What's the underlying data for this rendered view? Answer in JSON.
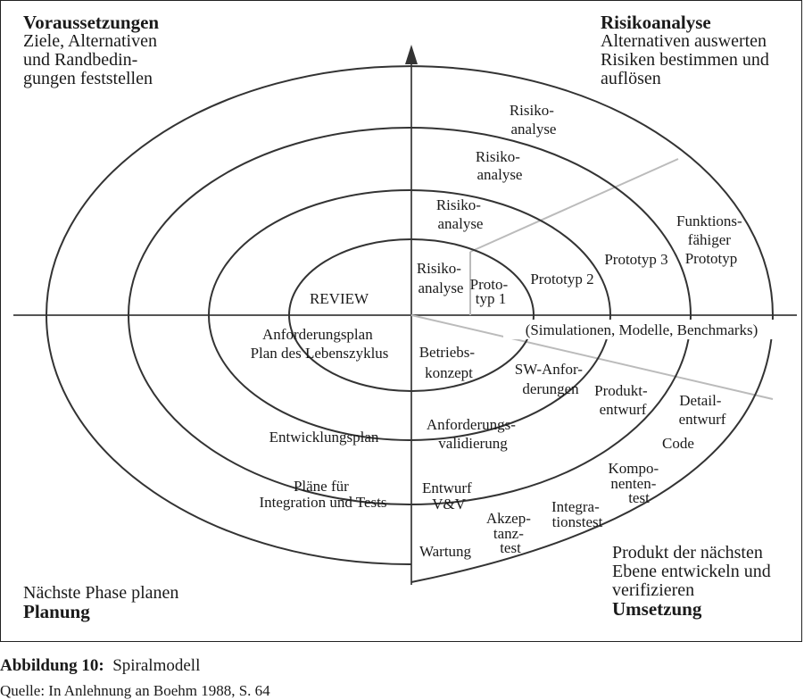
{
  "quadrants": {
    "top_left": {
      "title": "Voraussetzungen",
      "lines": [
        "Ziele, Alternativen",
        "und Randbedin-",
        "gungen feststellen"
      ]
    },
    "top_right": {
      "title": "Risikoanalyse",
      "lines": [
        "Alternativen auswerten",
        "Risiken bestimmen und",
        "auflösen"
      ]
    },
    "bottom_left": {
      "line": "Nächste Phase planen",
      "title": "Planung"
    },
    "bottom_right": {
      "lines": [
        "Produkt der nächsten",
        "Ebene entwickeln und",
        "verifizieren"
      ],
      "title": "Umsetzung"
    }
  },
  "spiral_labels": {
    "review": "REVIEW",
    "risk1": [
      "Risiko-",
      "analyse"
    ],
    "risk2": [
      "Risiko-",
      "analyse"
    ],
    "risk3": [
      "Risiko-",
      "analyse"
    ],
    "risk4": [
      "Risiko-",
      "analyse"
    ],
    "proto1": [
      "Proto-",
      "typ 1"
    ],
    "proto2": "Prototyp 2",
    "proto3": "Prototyp 3",
    "proto_final": [
      "Funktions-",
      "fähiger",
      "Prototyp"
    ],
    "simulation": "(Simulationen, Modelle, Benchmarks)",
    "req_plan": [
      "Anforderungsplan",
      "Plan des Lebenszyklus"
    ],
    "ops_concept": [
      "Betriebs-",
      "konzept"
    ],
    "sw_req": [
      "SW-Anfor-",
      "derungen"
    ],
    "product_design": [
      "Produkt-",
      "entwurf"
    ],
    "detail_design": [
      "Detail-",
      "entwurf"
    ],
    "code": "Code",
    "dev_plan": "Entwicklungsplan",
    "req_validation": [
      "Anforderungs-",
      "validierung"
    ],
    "component_test": [
      "Kompo-",
      "nenten-",
      "test"
    ],
    "integration_plans": [
      "Pläne für",
      "Integration und Tests"
    ],
    "design_vv": [
      "Entwurf",
      "V&V"
    ],
    "integration_test": [
      "Integra-",
      "tionstest"
    ],
    "acceptance_test": [
      "Akzep-",
      "tanz-",
      "test"
    ],
    "maintenance": "Wartung"
  },
  "caption": {
    "label": "Abbildung 10:",
    "title": "Spiralmodell"
  },
  "source": "Quelle: In Anlehnung an Boehm 1988, S. 64"
}
